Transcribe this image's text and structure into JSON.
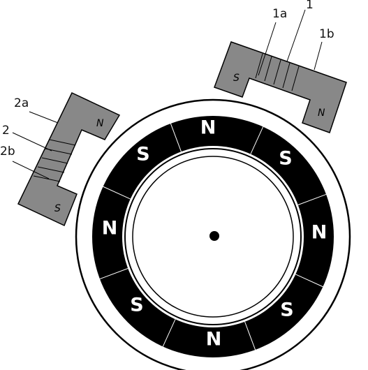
{
  "labels": {
    "coil1": "1",
    "coil1a": "1a",
    "coil1b": "1b",
    "coil2": "2",
    "coil2a": "2a",
    "coil2b": "2b"
  },
  "stator1": {
    "pole_left": "S",
    "pole_right": "N"
  },
  "stator2": {
    "pole_top": "N",
    "pole_bottom": "S"
  },
  "rotor_magnets": [
    "N",
    "S",
    "N",
    "S",
    "N",
    "S",
    "N",
    "S"
  ],
  "colors": {
    "stator_fill": "#888888",
    "magnet_ring": "#000000",
    "rotor_face": "#ffffff",
    "outline": "#000000"
  }
}
